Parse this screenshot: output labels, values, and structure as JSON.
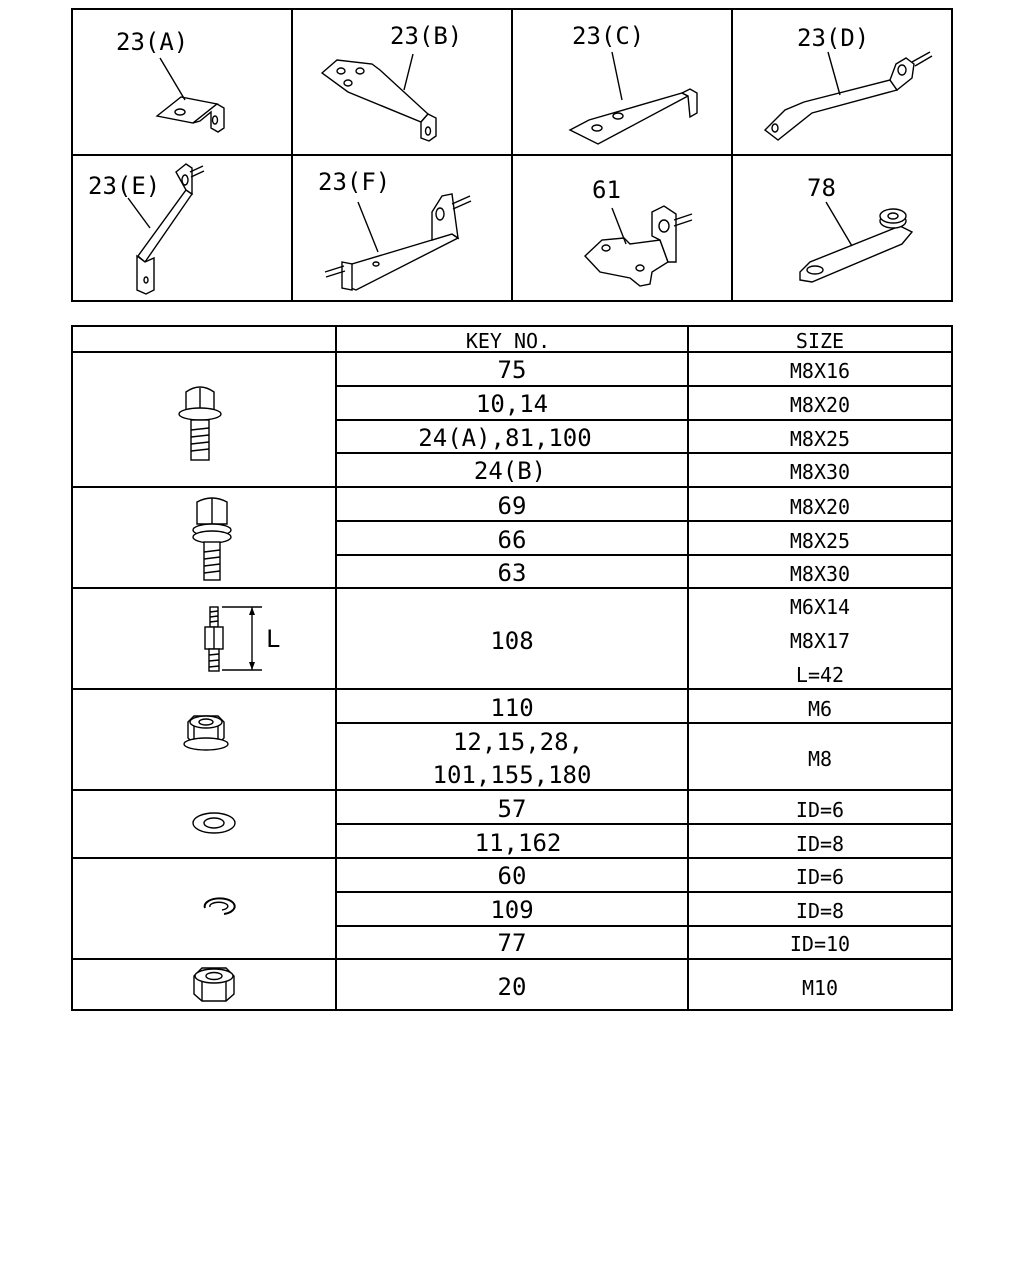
{
  "parts_grid": [
    {
      "label": "23(A)",
      "icon": "bracket-a-icon"
    },
    {
      "label": "23(B)",
      "icon": "bracket-b-icon"
    },
    {
      "label": "23(C)",
      "icon": "bracket-c-icon"
    },
    {
      "label": "23(D)",
      "icon": "bracket-d-icon"
    },
    {
      "label": "23(E)",
      "icon": "bracket-e-icon"
    },
    {
      "label": "23(F)",
      "icon": "bracket-f-icon"
    },
    {
      "label": "61",
      "icon": "bracket-61-icon"
    },
    {
      "label": "78",
      "icon": "bracket-78-icon"
    }
  ],
  "table": {
    "headers": {
      "key_no": "KEY NO.",
      "size": "SIZE"
    },
    "groups": [
      {
        "icon": "flange-bolt-icon",
        "rows": [
          {
            "key": "75",
            "size": "M8X16"
          },
          {
            "key": "10,14",
            "size": "M8X20"
          },
          {
            "key": "24(A),81,100",
            "size": "M8X25"
          },
          {
            "key": "24(B)",
            "size": "M8X30"
          }
        ]
      },
      {
        "icon": "washer-bolt-icon",
        "rows": [
          {
            "key": "69",
            "size": "M8X20"
          },
          {
            "key": "66",
            "size": "M8X25"
          },
          {
            "key": "63",
            "size": "M8X30"
          }
        ]
      },
      {
        "icon": "stud-bolt-icon",
        "dimension_label": "L",
        "rows": [
          {
            "key": "108",
            "sizes": [
              "M6X14",
              "M8X17",
              "L=42"
            ]
          }
        ]
      },
      {
        "icon": "flange-nut-icon",
        "rows": [
          {
            "key": "110",
            "size": "M6"
          },
          {
            "key_lines": [
              "12,15,28,",
              "101,155,180"
            ],
            "size": "M8"
          }
        ]
      },
      {
        "icon": "plain-washer-icon",
        "rows": [
          {
            "key": "57",
            "size": "ID=6"
          },
          {
            "key": "11,162",
            "size": "ID=8"
          }
        ]
      },
      {
        "icon": "clip-ring-icon",
        "rows": [
          {
            "key": "60",
            "size": "ID=6"
          },
          {
            "key": "109",
            "size": "ID=8"
          },
          {
            "key": "77",
            "size": "ID=10"
          }
        ]
      },
      {
        "icon": "hex-nut-icon",
        "rows": [
          {
            "key": "20",
            "size": "M10"
          }
        ]
      }
    ]
  }
}
